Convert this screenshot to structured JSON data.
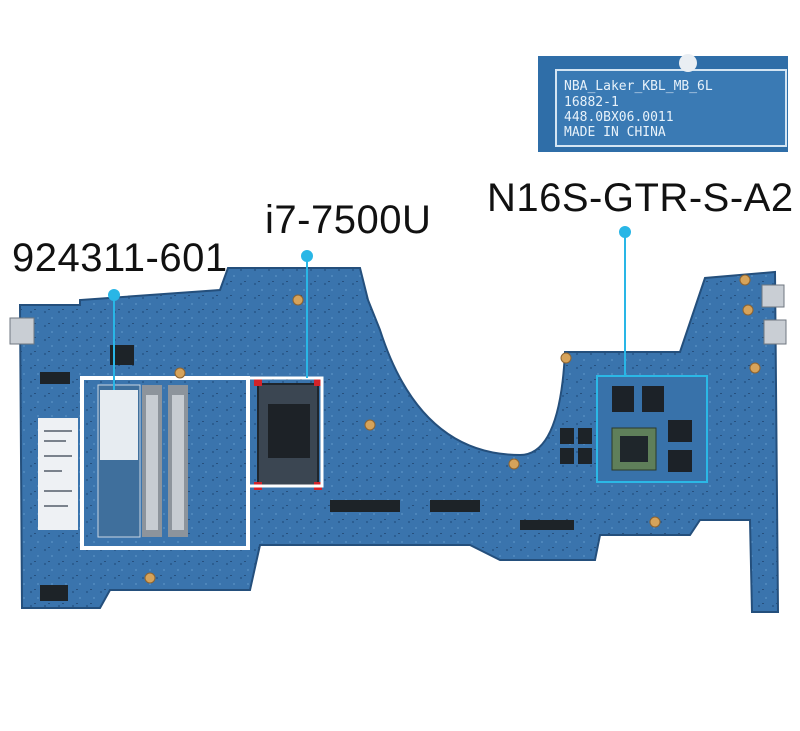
{
  "callouts": {
    "part_number": "924311-601",
    "cpu": "i7-7500U",
    "gpu": "N16S-GTR-S-A2"
  },
  "board_label": {
    "line1": "NBA_Laker_KBL_MB_6L",
    "line2": "16882-1",
    "line3": "448.0BX06.0011",
    "line4": "MADE IN CHINA"
  },
  "colors": {
    "pcb": "#3d78b0",
    "pcb_dark": "#2c5f93",
    "callout_line": "#29b6e6",
    "highlight_box": "#ffffff",
    "cpu_marker": "#d2232a"
  }
}
